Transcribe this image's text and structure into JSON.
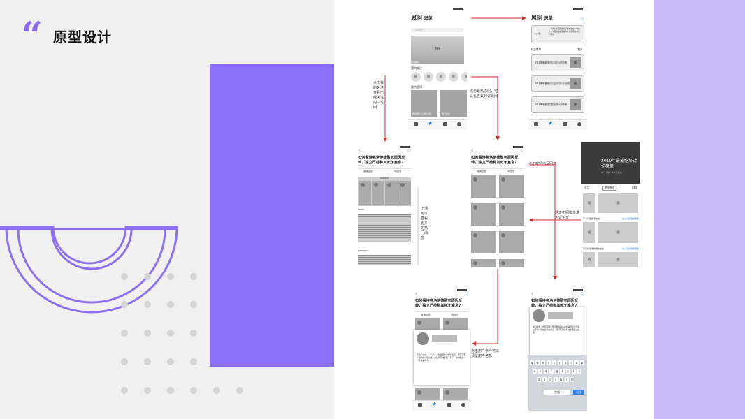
{
  "slide": {
    "quote_mark": "“",
    "title": "原型设计"
  },
  "colors": {
    "accent": "#8d6ef8",
    "accent_light": "#c9baf7",
    "background": "#f1f1f1",
    "arrow": "#d0302c",
    "link_blue": "#2f7fe3"
  },
  "screens": {
    "home": {
      "app_name": "思问",
      "tab_name": "思单",
      "search_placeholder": "Search",
      "hero_label": "图",
      "hero_caption": "讨论精选",
      "section_following": "我的关注",
      "circle_label": "图",
      "section_hot": "最热思问",
      "card1_caption": "圆桌图片上讨论讨论",
      "card2_caption": "热门讨论"
    },
    "list": {
      "app_name": "思问",
      "tab_name": "思单",
      "banner_avatar": "logo图",
      "banner_text": "1.世界上的面前到底是谁在参加 2.你的人生中发现最好理由的 3.都你能在在怎么解决",
      "section_label": "精选思单",
      "section_more": "更多 ›",
      "item1": "2019年最能吃瓜讨论榜单",
      "item2": "2019年最能引起深思讨论榜单",
      "item3": "2019年最能激起争论榜单",
      "thumb": "图"
    },
    "question": {
      "title": "如何看待弗洛伊德致死原因反转，独立尸检称其死于窒息?",
      "action_invite": "邀请回答",
      "action_write": "写回答",
      "popular_label": "最热观点",
      "user1": "lewis",
      "user2": "gossper"
    },
    "rank": {
      "banner_title": "2019年最能吃瓜讨论榜单",
      "banner_sub": "12个问题 · 4.2万关注",
      "filter": "更多筛选",
      "follow": "关注",
      "sort": "排序",
      "img": "图",
      "row1_label": "平淡无奇的事也出",
      "row1_link": "进入讨论查看更多",
      "row2_label": "某某新闻发布者的言论",
      "row2_link": "进入讨论查看更多"
    },
    "profile": {
      "body": "无论怎么说，一个男人，独自面对这样的生活，确实需要一定的勇气和力量。这些年来他坚持下来了，说明他是一个有故事的人。"
    },
    "reply": {
      "reply_text": "请回答吧，然而可能需要不断的探索才能解释这个问题，是否同一家长说对的观点，我们有很多想法需要表达出来。",
      "keys_row1": [
        "q",
        "w",
        "e",
        "r",
        "t",
        "y",
        "u",
        "i",
        "o",
        "p"
      ],
      "keys_row2": [
        "a",
        "s",
        "d",
        "f",
        "g",
        "h",
        "j",
        "k",
        "l"
      ],
      "keys_row3": [
        "z",
        "x",
        "c",
        "v",
        "b",
        "n",
        "m"
      ],
      "space": "空格",
      "send": "发送"
    }
  },
  "annotations": {
    "a1": "点击我的关注查看已经关注的讨论间",
    "a2": "点击最热思问，可以看五天时讨论间",
    "a3": "上滑可以查看更多的热门消息",
    "a4": "点击按钮书写回复",
    "a5": "通过不同榜单进入讨论室",
    "a6": "点击用户卡片可以预览用户信息"
  }
}
